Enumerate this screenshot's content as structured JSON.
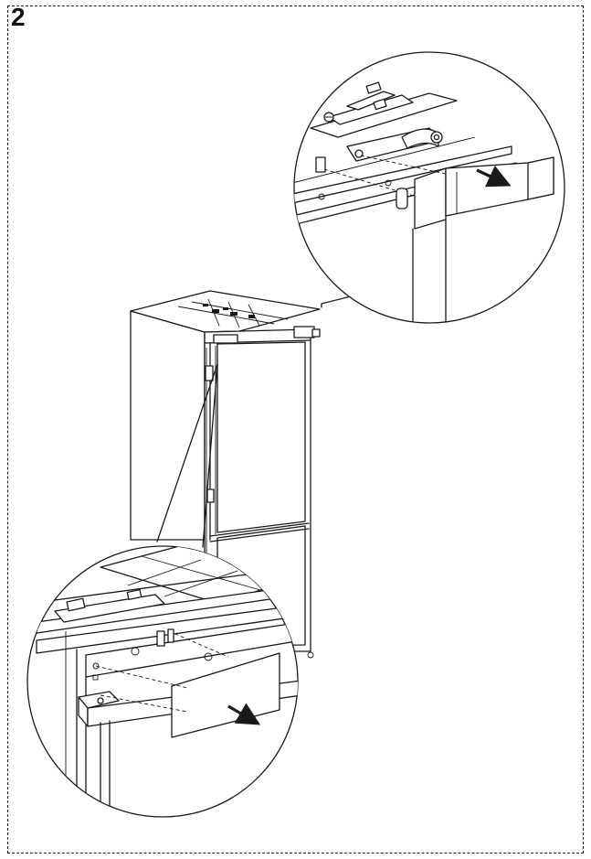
{
  "step": {
    "number": "2"
  },
  "colors": {
    "line": "#1a1a1a",
    "paper": "#ffffff"
  },
  "callouts": [
    {
      "name": "top-hinge-detail",
      "shows": "remove-hinge-cover",
      "arrow": "pull-outward"
    },
    {
      "name": "bottom-detail",
      "shows": "remove-door-cover",
      "arrow": "pull-outward"
    }
  ]
}
